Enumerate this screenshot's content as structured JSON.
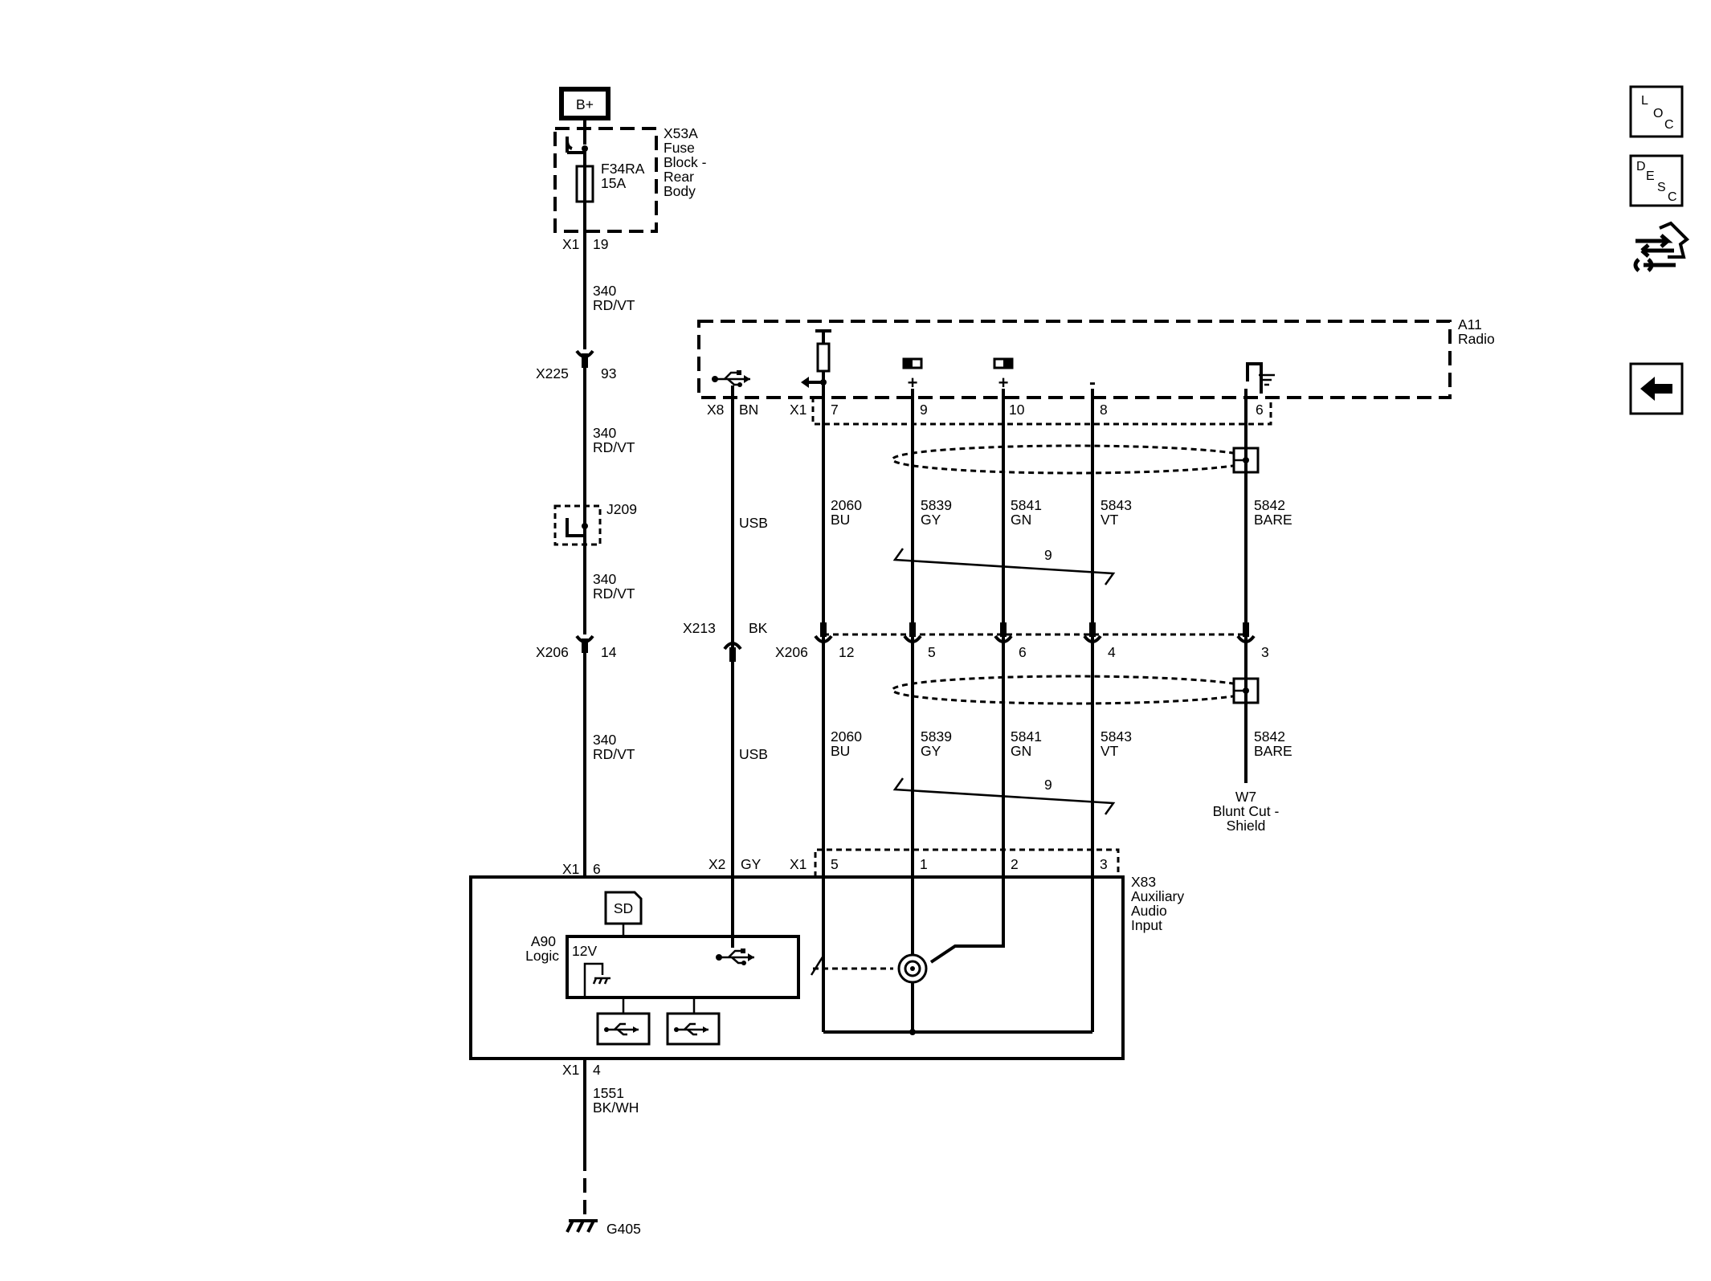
{
  "power": {
    "label": "B+"
  },
  "fuse_block": {
    "name": "X53A",
    "desc": [
      "Fuse",
      "Block -",
      "Rear",
      "Body"
    ],
    "fuse_id": "F34RA",
    "fuse_rating": "15A"
  },
  "nav": {
    "loc": [
      "L",
      "O",
      "C"
    ],
    "desc": [
      "D",
      "E",
      "S",
      "C"
    ]
  },
  "radio": {
    "name": "A11",
    "desc": "Radio"
  },
  "aux": {
    "name": "X83",
    "desc": [
      "Auxiliary",
      "Audio",
      "Input"
    ]
  },
  "logic": {
    "name": "A90",
    "desc": "Logic",
    "sd": "SD",
    "v12": "12V"
  },
  "ground": {
    "name": "G405"
  },
  "shield_end": {
    "name": "W7",
    "desc": [
      "Blunt Cut -",
      "Shield"
    ]
  },
  "connectors": {
    "x1": "X1",
    "x225": "X225",
    "x206": "X206",
    "x206b": "X206",
    "x8": "X8",
    "x213": "X213",
    "x1_radio": "X1",
    "x2": "X2",
    "x1_aux": "X1",
    "x1_logic": "X1",
    "x1_gnd": "X1"
  },
  "pins": {
    "p19": "19",
    "p93": "93",
    "p14": "14",
    "p6_logic": "6",
    "p4": "4",
    "bn": "BN",
    "bk": "BK",
    "gy_pin": "GY",
    "r7": "7",
    "r9": "9",
    "r10": "10",
    "r8": "8",
    "r6": "6",
    "s12": "12",
    "s5": "5",
    "s6": "6",
    "s4": "4",
    "s3": "3",
    "a5": "5",
    "a1": "1",
    "a2": "2",
    "a3": "3"
  },
  "wires": {
    "pw1_num": "340",
    "pw1_col": "RD/VT",
    "pw2_num": "340",
    "pw2_col": "RD/VT",
    "pw3_num": "340",
    "pw3_col": "RD/VT",
    "pw4_num": "340",
    "pw4_col": "RD/VT",
    "gnd_num": "1551",
    "gnd_col": "BK/WH",
    "usb1": "USB",
    "usb2": "USB",
    "bu1_num": "2060",
    "bu1_col": "BU",
    "bu2_num": "2060",
    "bu2_col": "BU",
    "gy1_num": "5839",
    "gy1_col": "GY",
    "gy2_num": "5839",
    "gy2_col": "GY",
    "gn1_num": "5841",
    "gn1_col": "GN",
    "gn2_num": "5841",
    "gn2_col": "GN",
    "vt1_num": "5843",
    "vt1_col": "VT",
    "vt2_num": "5843",
    "vt2_col": "VT",
    "bare1_num": "5842",
    "bare1_col": "BARE",
    "bare2_num": "5842",
    "bare2_col": "BARE",
    "twist1": "9",
    "twist2": "9"
  },
  "splice": {
    "name": "J209"
  }
}
